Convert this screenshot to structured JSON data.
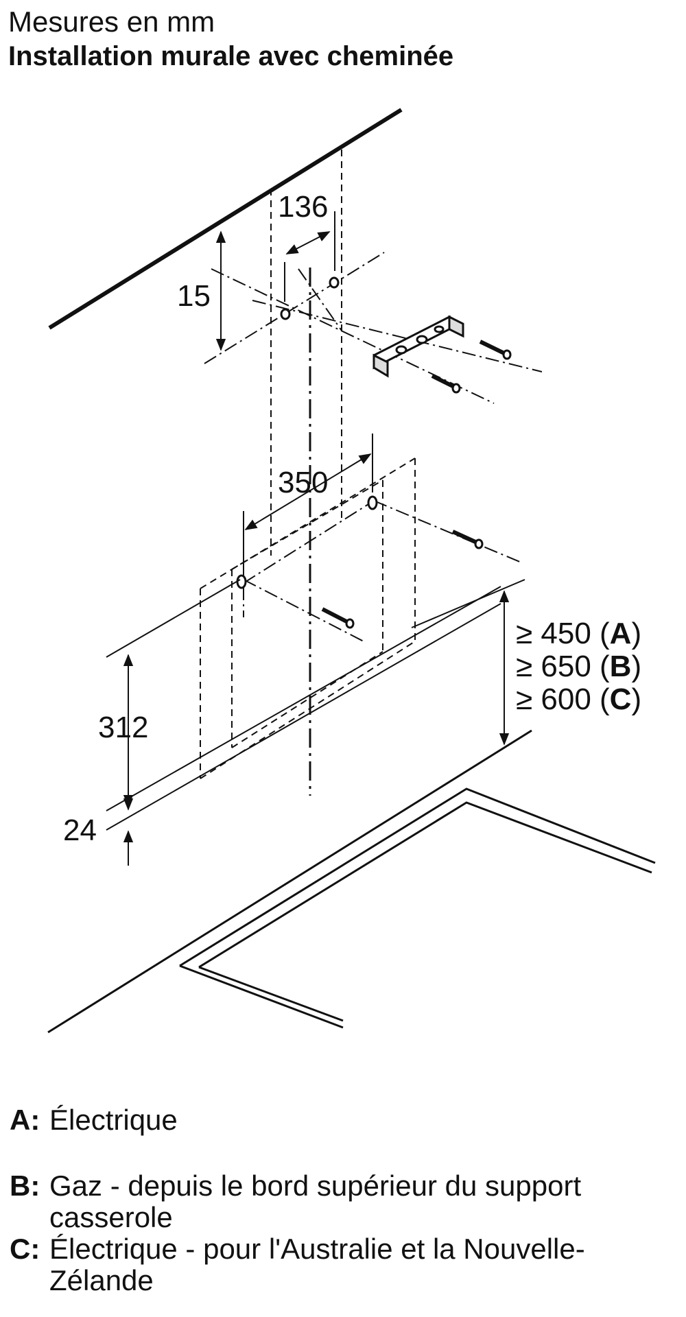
{
  "header": {
    "subtitle": "Mesures en mm",
    "title": "Installation murale avec cheminée"
  },
  "dimensions": {
    "d136": "136",
    "d15": "15",
    "d350": "350",
    "d312": "312",
    "d24": "24",
    "clearance_a_value": "≥ 450 (",
    "clearance_a_key": "A",
    "clearance_b_value": "≥ 650 (",
    "clearance_b_key": "B",
    "clearance_c_value": "≥ 600 (",
    "clearance_c_key": "C",
    "close_paren": ")"
  },
  "legend": [
    {
      "key": "A:",
      "text": "Électrique"
    },
    {
      "key": "B:",
      "text": "Gaz - depuis le bord supérieur du support casserole"
    },
    {
      "key": "C:",
      "text": "Électrique - pour l'Australie et la Nouvelle-Zélande"
    }
  ]
}
